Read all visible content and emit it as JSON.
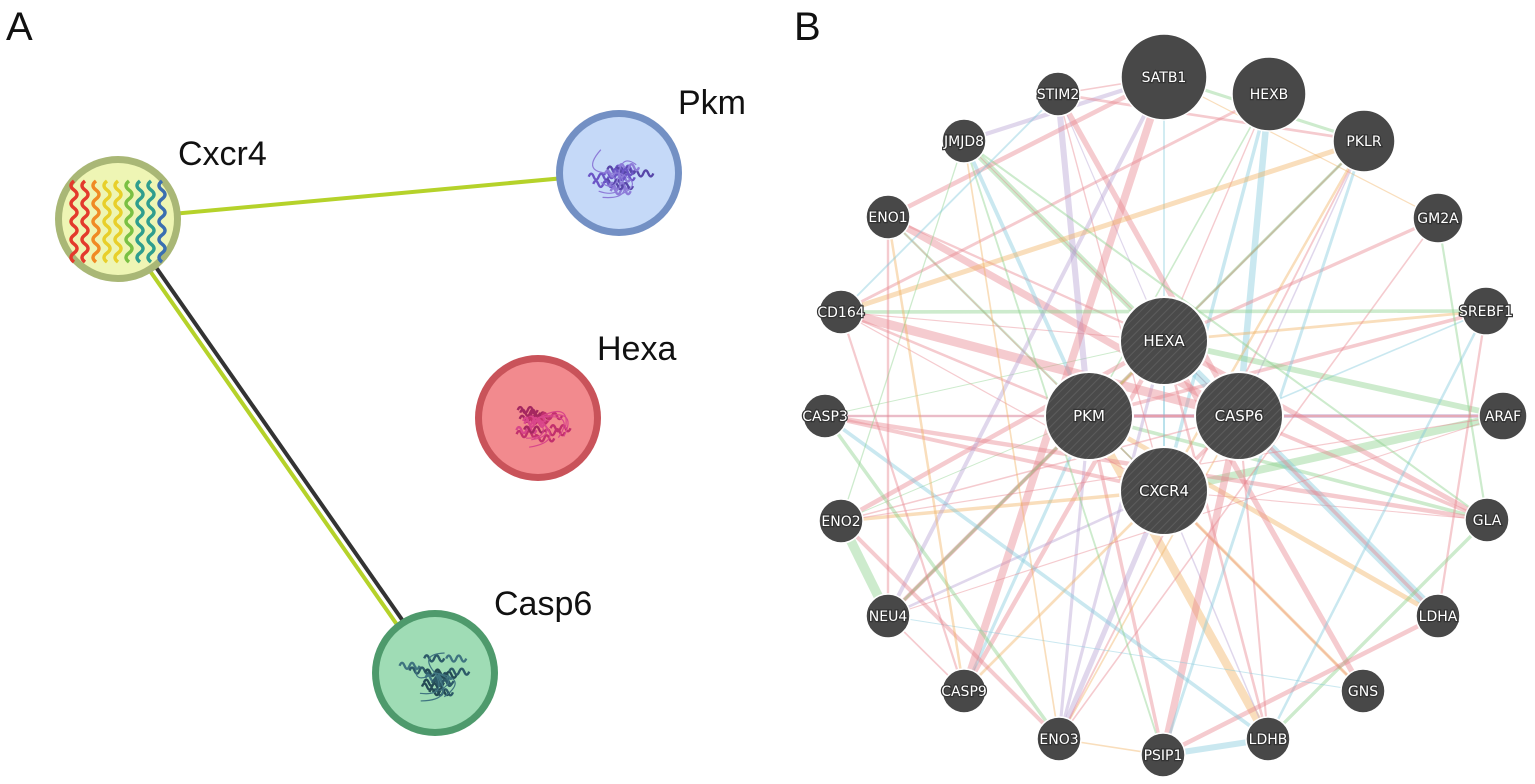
{
  "panel_a": {
    "letter": "A",
    "nodes": [
      {
        "id": "cxcr4",
        "label": "Cxcr4",
        "fill": "#eef5b4",
        "ring": "#a9b776",
        "glyph": "helix-bundle"
      },
      {
        "id": "pkm",
        "label": "Pkm",
        "fill": "#c5d9f8",
        "ring": "#7390c4",
        "glyph": "globular-purple"
      },
      {
        "id": "hexa",
        "label": "Hexa",
        "fill": "#f28a8e",
        "ring": "#c9535a",
        "glyph": "globular-pink"
      },
      {
        "id": "casp6",
        "label": "Casp6",
        "fill": "#9fdcb5",
        "ring": "#4e9a6c",
        "glyph": "globular-teal"
      }
    ],
    "edges": [
      {
        "from": "cxcr4",
        "to": "pkm",
        "colors": [
          "#b5d22a"
        ]
      },
      {
        "from": "cxcr4",
        "to": "casp6",
        "colors": [
          "#333333",
          "#b5d22a"
        ]
      }
    ]
  },
  "panel_b": {
    "letter": "B",
    "colors": {
      "node": "#484848",
      "physical": "#e8848c",
      "coexpression": "#b6a0d2",
      "colocalization": "#80c8dc",
      "predicted": "#f0b060",
      "pathway": "#88d088"
    },
    "query_nodes": [
      "HEXA",
      "PKM",
      "CASP6",
      "CXCR4"
    ],
    "outer_nodes": [
      "SATB1",
      "HEXB",
      "PKLR",
      "GM2A",
      "SREBF1",
      "ARAF",
      "GLA",
      "LDHA",
      "GNS",
      "LDHB",
      "PSIP1",
      "ENO3",
      "CASP9",
      "NEU4",
      "ENO2",
      "CASP3",
      "CD164",
      "ENO1",
      "JMJD8",
      "STIM2"
    ]
  }
}
